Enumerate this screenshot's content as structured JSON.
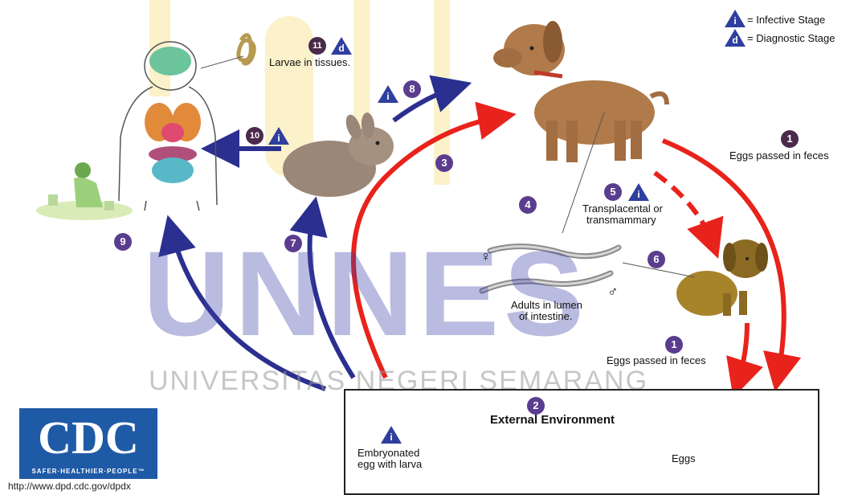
{
  "legend": {
    "infective_symbol": "i",
    "infective_label": "= Infective Stage",
    "diagnostic_symbol": "d",
    "diagnostic_label": "= Diagnostic Stage"
  },
  "watermark": {
    "main": "UNNES",
    "sub": "UNIVERSITAS NEGERI SEMARANG"
  },
  "steps": {
    "s1a_num": "1",
    "s1a_label": "Eggs passed in feces",
    "s1b_num": "1",
    "s1b_label": "Eggs passed in feces",
    "s2_num": "2",
    "s2_label": "External Environment",
    "s3_num": "3",
    "s4_num": "4",
    "s4_label_line1": "Adults in lumen",
    "s4_label_line2": "of intestine.",
    "s5_num": "5",
    "s5_symbol": "i",
    "s5_label_line1": "Transplacental or",
    "s5_label_line2": "transmammary",
    "s6_num": "6",
    "s7_num": "7",
    "s8_num": "8",
    "s8_symbol": "i",
    "s9_num": "9",
    "s10_num": "10",
    "s10_symbol": "i",
    "s11_num": "11",
    "s11_symbol": "d",
    "s11_label": "Larvae in tissues."
  },
  "environment": {
    "embryonated_symbol": "i",
    "embryonated_line1": "Embryonated",
    "embryonated_line2": "egg with larva",
    "eggs_label": "Eggs"
  },
  "sex": {
    "female": "♀",
    "male": "♂"
  },
  "cdc": {
    "logo_text": "CDC",
    "tagline": "SAFER·HEALTHIER·PEOPLE™",
    "url": "http://www.dpd.cdc.gov/dpdx"
  },
  "colors": {
    "red_arrow": "#e8231c",
    "blue_arrow": "#2b2f8f",
    "step_badge": "#5b3d8f",
    "symbol_blue": "#2f3f9f",
    "cdc_blue": "#1f5aa6",
    "dog": "#b07a4a",
    "rabbit": "#9a8778"
  }
}
